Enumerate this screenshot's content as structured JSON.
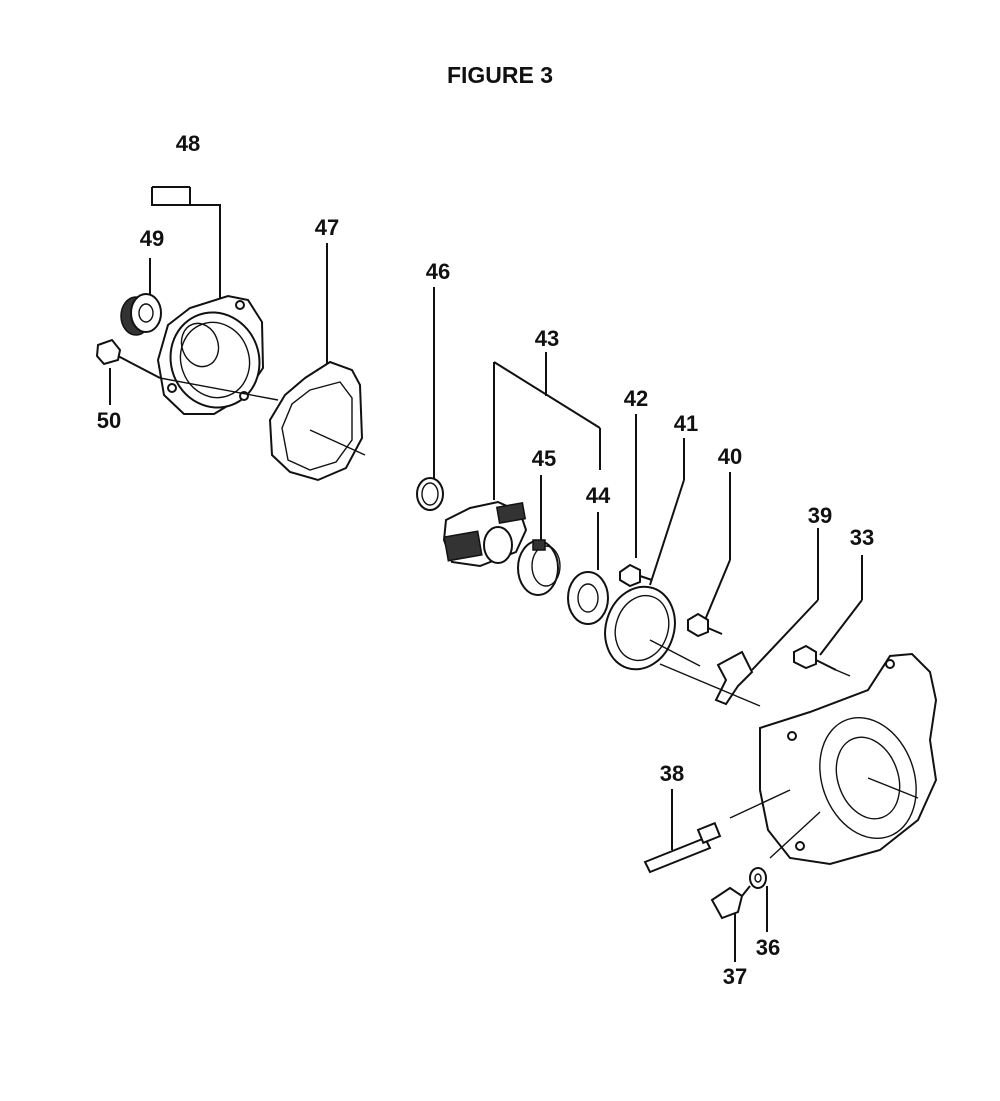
{
  "title": "FIGURE 3",
  "parts": [
    {
      "id": "p48",
      "label": "48"
    },
    {
      "id": "p49",
      "label": "49"
    },
    {
      "id": "p47",
      "label": "47"
    },
    {
      "id": "p50",
      "label": "50"
    },
    {
      "id": "p46",
      "label": "46"
    },
    {
      "id": "p43",
      "label": "43"
    },
    {
      "id": "p42",
      "label": "42"
    },
    {
      "id": "p41",
      "label": "41"
    },
    {
      "id": "p45",
      "label": "45"
    },
    {
      "id": "p40",
      "label": "40"
    },
    {
      "id": "p44",
      "label": "44"
    },
    {
      "id": "p39",
      "label": "39"
    },
    {
      "id": "p33",
      "label": "33"
    },
    {
      "id": "p38",
      "label": "38"
    },
    {
      "id": "p36",
      "label": "36"
    },
    {
      "id": "p37",
      "label": "37"
    }
  ]
}
